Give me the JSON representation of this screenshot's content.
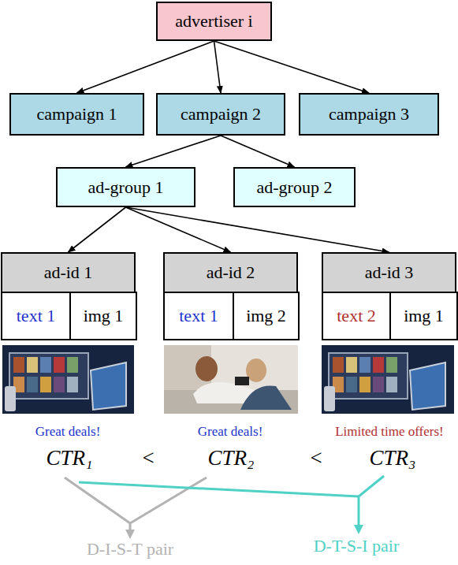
{
  "diagram": {
    "nodes": [
      {
        "text": [
          "advertiser i"
        ]
      },
      {
        "text": [
          "campaign 1"
        ]
      },
      {
        "text": [
          "campaign 2"
        ]
      },
      {
        "text": [
          "campaign 3"
        ]
      },
      {
        "text": [
          "ad-group 1"
        ]
      },
      {
        "text": [
          "ad-group 2"
        ]
      },
      {
        "text": [
          "ad-id 1"
        ]
      },
      {
        "text": [
          "text 1"
        ],
        "in": 6
      },
      {
        "text": [
          "img 1"
        ],
        "in": 6
      },
      {
        "text": [
          "ad-id 2"
        ]
      },
      {
        "text": [
          "text 1"
        ],
        "in": 9
      },
      {
        "text": [
          "img 2"
        ],
        "in": 9
      },
      {
        "text": [
          "ad-id 3"
        ]
      },
      {
        "text": [
          "text 2"
        ],
        "in": 12
      },
      {
        "text": [
          "img 1"
        ],
        "in": 12
      }
    ],
    "edges": [
      {
        "from": 0,
        "to": 1,
        "arrow": "to"
      },
      {
        "from": 0,
        "to": 2,
        "arrow": "to"
      },
      {
        "from": 0,
        "to": 3,
        "arrow": "to"
      },
      {
        "from": 2,
        "to": 4,
        "arrow": "to"
      },
      {
        "from": 2,
        "to": 5,
        "arrow": "to"
      },
      {
        "from": 4,
        "to": 6,
        "arrow": "to"
      },
      {
        "from": 4,
        "to": 9,
        "arrow": "to"
      },
      {
        "from": 4,
        "to": 12,
        "arrow": "to"
      }
    ],
    "labels": [
      "Great deals!",
      "Great deals!",
      "Limited time offers!",
      "CTR₁",
      "<",
      "CTR₂",
      "<",
      "CTR₃",
      "D-I-S-T pair",
      "D-T-S-I pair"
    ]
  }
}
